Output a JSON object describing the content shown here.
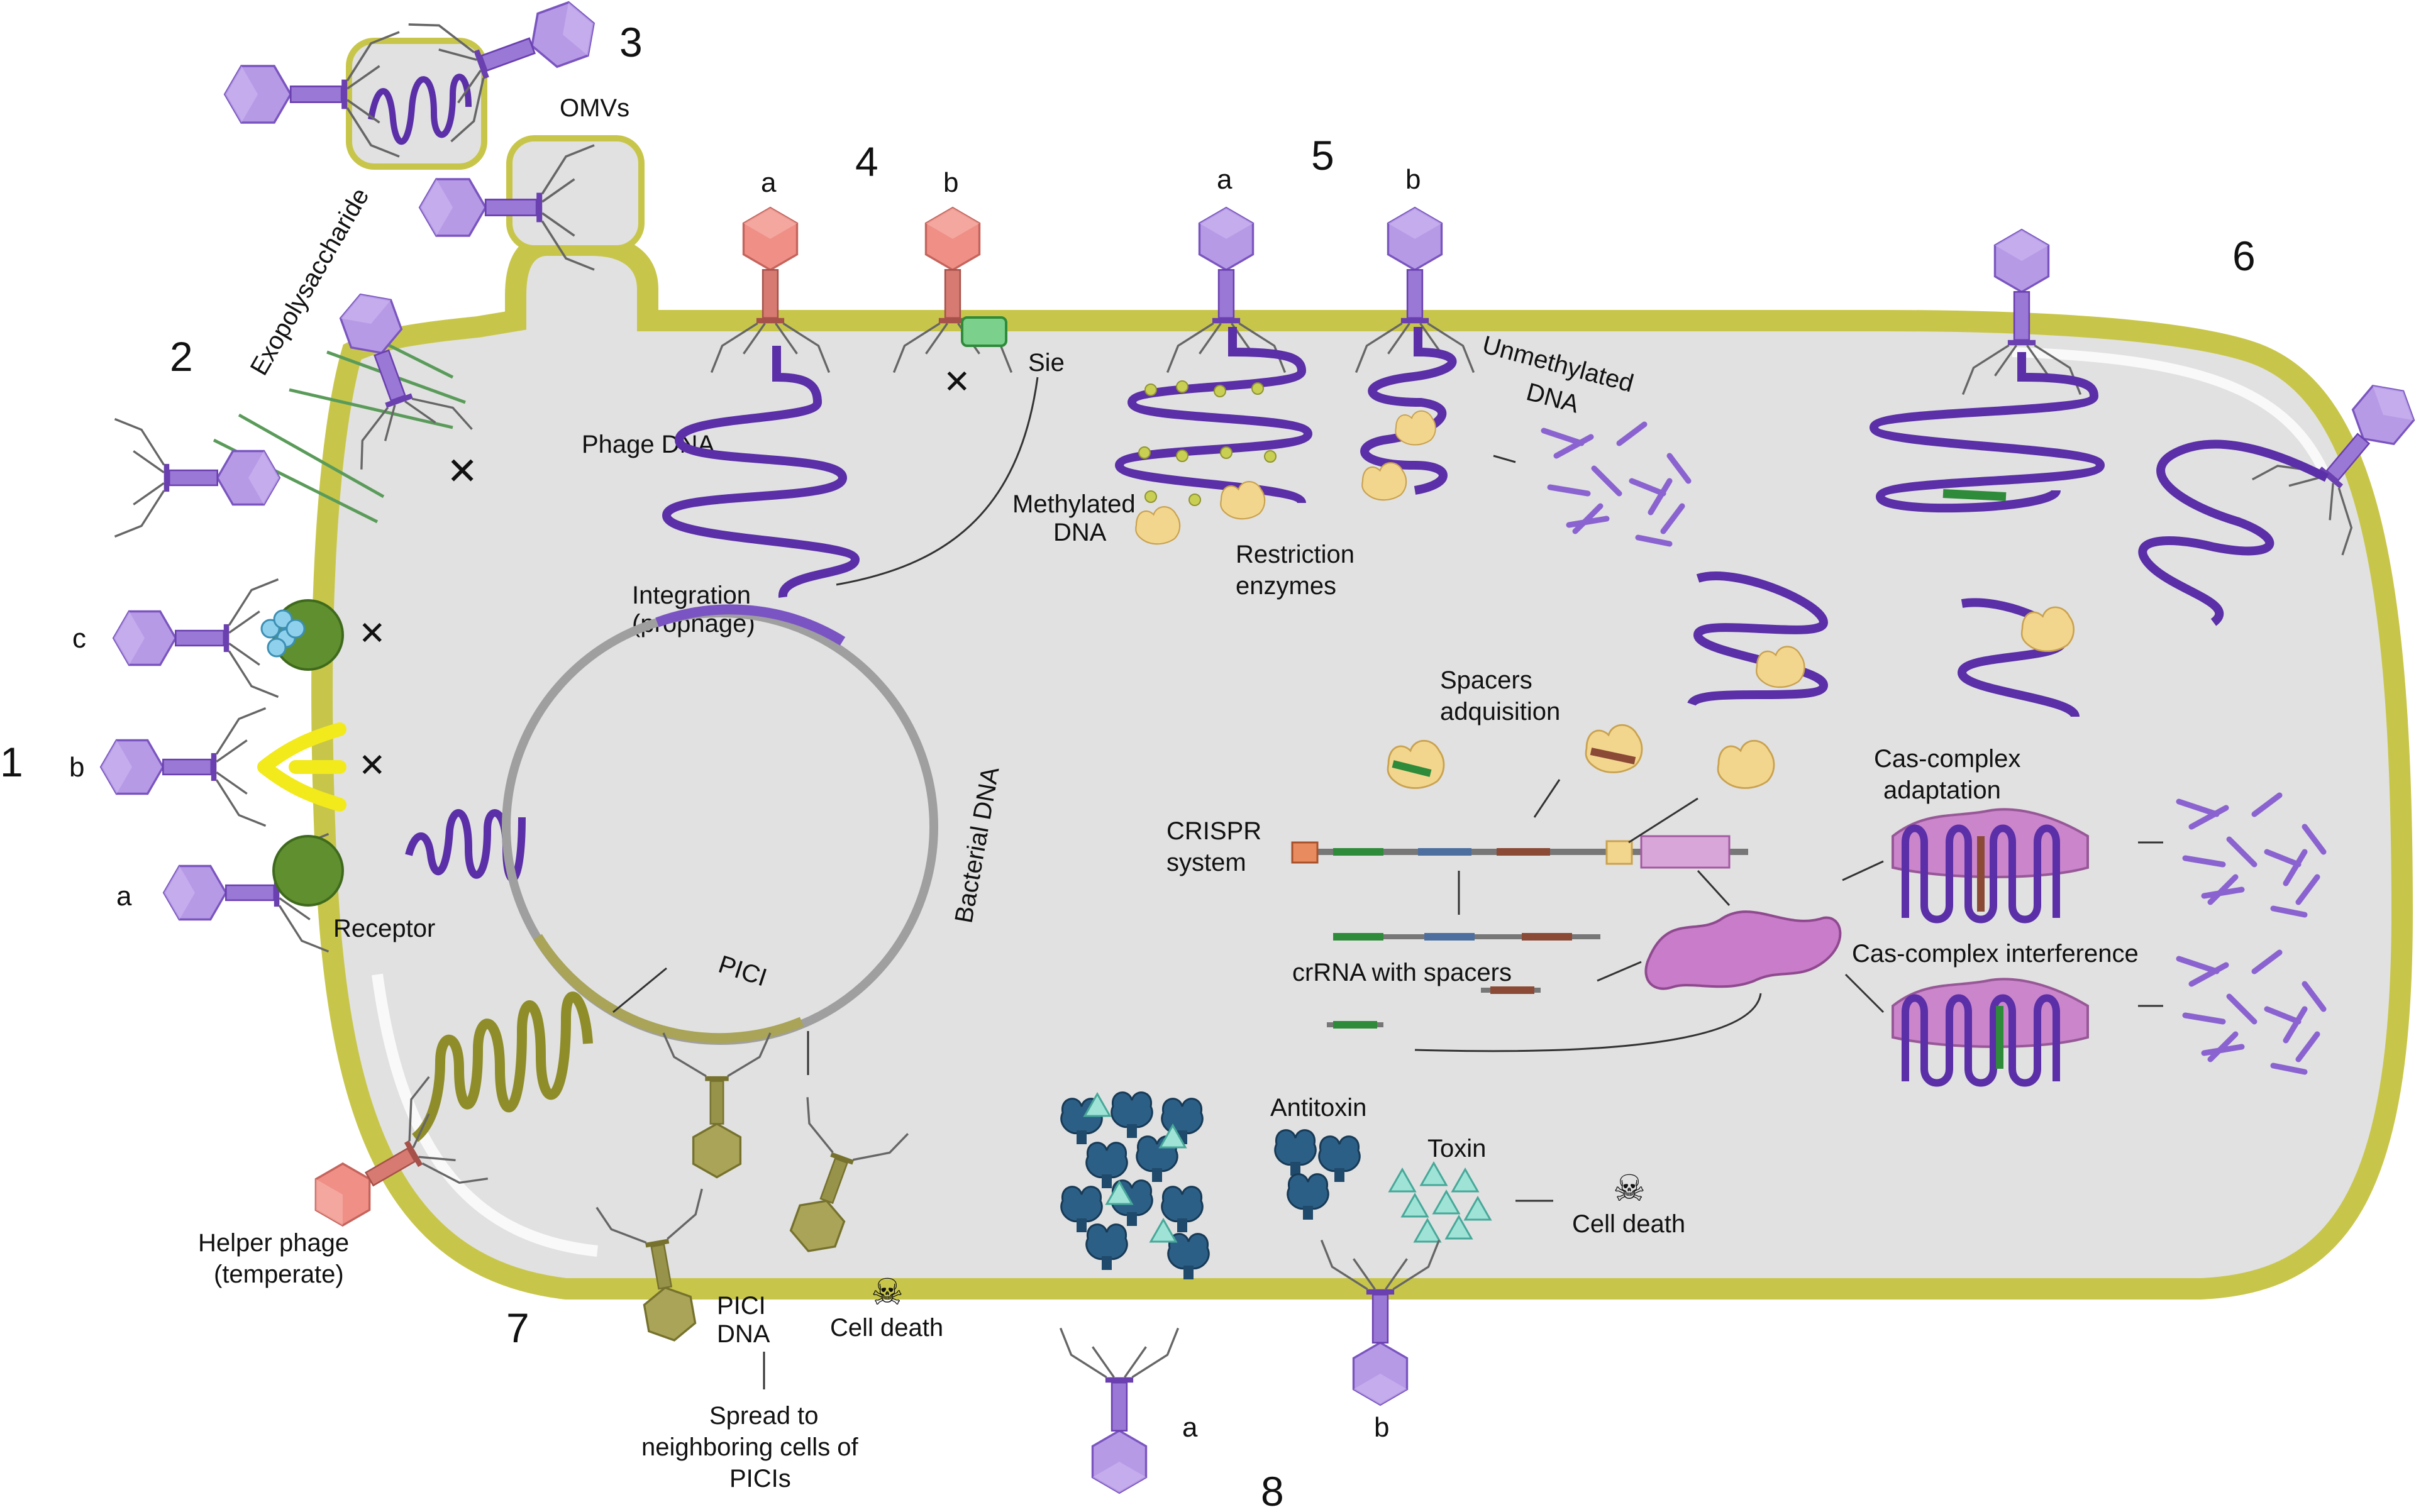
{
  "colors": {
    "membrane": "#c8c64a",
    "membrane_dark": "#8f8d2a",
    "cytoplasm": "#e1e1e1",
    "purple_phage": "#b79ae6",
    "purple_dark": "#6a3fb0",
    "salmon_phage": "#ef8f86",
    "olive_phage": "#a9a457",
    "dna_purple": "#5b2fa8",
    "green": "#2e8b3a",
    "red_x": "#c0262d",
    "crispr_magenta": "#c97cc9",
    "enzyme_yellow": "#f3d68e",
    "toxin_teal": "#9fe3d7",
    "antitoxin_blue": "#2c5f86"
  },
  "numbers": {
    "n1": "1",
    "n2": "2",
    "n3": "3",
    "n4": "4",
    "n5": "5",
    "n6": "6",
    "n7": "7",
    "n8": "8"
  },
  "labels": {
    "omvs": "OMVs",
    "exopolysaccharide": "Exopolysaccharide",
    "c": "c",
    "b": "b",
    "a": "a",
    "receptor": "Receptor",
    "phage_dna": "Phage DNA",
    "integration_line1": "Integration",
    "integration_line2": "(prophage)",
    "sie": "Sie",
    "bacterial_dna": "Bacterial DNA",
    "pici": "PICI",
    "helper_line1": "Helper phage",
    "helper_line2": "(temperate)",
    "pici_dna_line1": "PICI",
    "pici_dna_line2": "DNA",
    "cell_death": "Cell death",
    "spread_line1": "Spread to",
    "spread_line2": "neighboring cells of",
    "spread_line3": "PICIs",
    "methylated_line1": "Methylated",
    "methylated_line2": "DNA",
    "unmethylated_line1": "Unmethylated",
    "unmethylated_line2": "DNA",
    "restriction_line1": "Restriction",
    "restriction_line2": "enzymes",
    "spacers_line1": "Spacers",
    "spacers_line2": "adquisition",
    "crispr_line1": "CRISPR",
    "crispr_line2": "system",
    "crrna": "crRNA with spacers",
    "cas_adapt_line1": "Cas-complex",
    "cas_adapt_line2": "adaptation",
    "cas_interference": "Cas-complex interference",
    "antitoxin": "Antitoxin",
    "toxin": "Toxin"
  }
}
